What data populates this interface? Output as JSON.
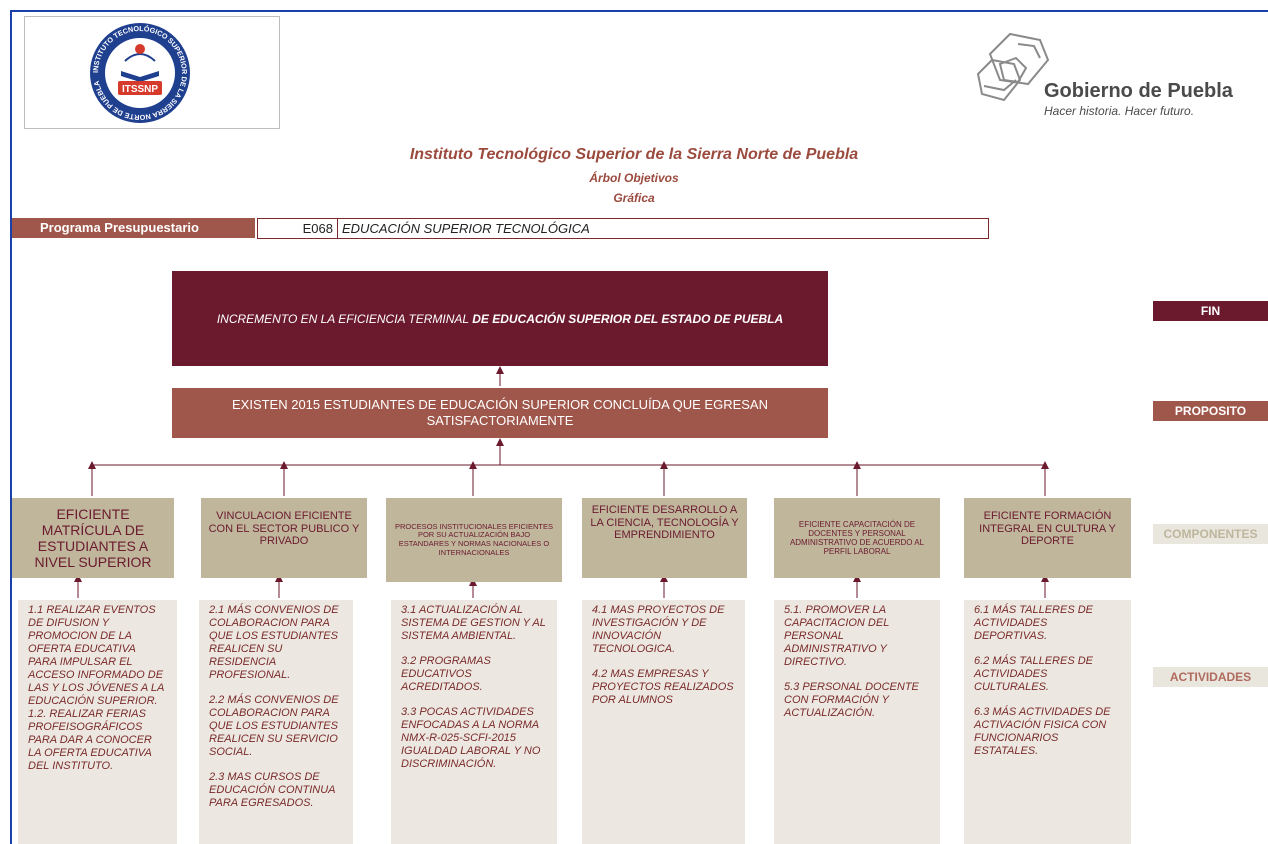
{
  "logo": {
    "acronym": "ITSSNP",
    "ring_text": "INSTITUTO TECNOLÓGICO SUPERIOR DE LA SIERRA NORTE DE PUEBLA"
  },
  "gobierno": {
    "title": "Gobierno de Puebla",
    "subtitle": "Hacer historia. Hacer futuro."
  },
  "header": {
    "institute": "Instituto Tecnológico Superior de la Sierra Norte de Puebla",
    "subtitle": "Árbol Objetivos",
    "subtitle2": "Gráfica"
  },
  "programa": {
    "label": "Programa Presupuestario",
    "code": "E068",
    "name": "EDUCACIÓN SUPERIOR TECNOLÓGICA"
  },
  "fin": {
    "text_a": "INCREMENTO EN LA EFICIENCIA TERMINAL",
    "text_b": "DE EDUCACIÓN SUPERIOR DEL ESTADO DE PUEBLA"
  },
  "proposito": {
    "text": "EXISTEN 2015 ESTUDIANTES DE EDUCACIÓN SUPERIOR CONCLUÍDA QUE EGRESAN SATISFACTORIAMENTE"
  },
  "side_labels": {
    "fin": "FIN",
    "proposito": "PROPOSITO",
    "componentes": "COMPONENTES",
    "actividades": "ACTIVIDADES"
  },
  "componentes": [
    "EFICIENTE MATRÍCULA DE ESTUDIANTES A NIVEL SUPERIOR",
    "VINCULACION EFICIENTE CON EL SECTOR PUBLICO Y PRIVADO",
    "PROCESOS INSTITUCIONALES EFICIENTES POR SU ACTUALIZACIÓN BAJO ESTANDARES Y NORMAS NACIONALES O INTERNACIONALES",
    "EFICIENTE DESARROLLO A LA CIENCIA, TECNOLOGÍA Y EMPRENDIMIENTO",
    "EFICIENTE CAPACITACIÓN DE DOCENTES Y PERSONAL ADMINISTRATIVO DE ACUERDO AL PERFIL LABORAL",
    "EFICIENTE FORMACIÓN INTEGRAL EN CULTURA Y DEPORTE"
  ],
  "actividades": [
    [
      "1.1 REALIZAR EVENTOS DE DIFUSION Y PROMOCION DE LA OFERTA EDUCATIVA PARA IMPULSAR EL ACCESO INFORMADO DE LAS Y LOS JÓVENES A LA EDUCACIÓN SUPERIOR.\n1.2. REALIZAR FERIAS PROFEISOGRÁFICOS PARA DAR A CONOCER LA OFERTA EDUCATIVA DEL INSTITUTO."
    ],
    [
      "2.1 MÁS CONVENIOS DE COLABORACION PARA QUE LOS ESTUDIANTES REALICEN SU RESIDENCIA PROFESIONAL.",
      "2.2 MÁS CONVENIOS DE COLABORACION PARA QUE LOS ESTUDIANTES REALICEN SU SERVICIO SOCIAL.",
      "2.3 MAS CURSOS DE EDUCACIÓN CONTINUA PARA EGRESADOS."
    ],
    [
      "3.1 ACTUALIZACIÓN AL SISTEMA DE GESTION Y AL SISTEMA AMBIENTAL.",
      "3.2 PROGRAMAS EDUCATIVOS ACREDITADOS.",
      "3.3 POCAS ACTIVIDADES ENFOCADAS A LA NORMA NMX-R-025-SCFI-2015 IGUALDAD LABORAL Y NO DISCRIMINACIÓN."
    ],
    [
      "4.1 MAS PROYECTOS DE INVESTIGACIÓN Y DE INNOVACIÓN TECNOLOGICA.",
      "4.2 MAS EMPRESAS Y PROYECTOS REALIZADOS POR ALUMNOS"
    ],
    [
      "5.1. PROMOVER LA CAPACITACION DEL PERSONAL ADMINISTRATIVO Y DIRECTIVO.",
      "5.3 PERSONAL DOCENTE CON FORMACIÓN Y ACTUALIZACIÓN."
    ],
    [
      "6.1 MÁS TALLERES DE ACTIVIDADES DEPORTIVAS.",
      "6.2 MÁS TALLERES DE ACTIVIDADES CULTURALES.",
      "6.3 MÁS ACTIVIDADES DE ACTIVACIÓN FISICA CON FUNCIONARIOS ESTATALES."
    ]
  ],
  "colors": {
    "fin": "#6b1a2e",
    "proposito": "#a0574b",
    "componente": "#bfb69c",
    "actividad": "#ece8e1"
  }
}
